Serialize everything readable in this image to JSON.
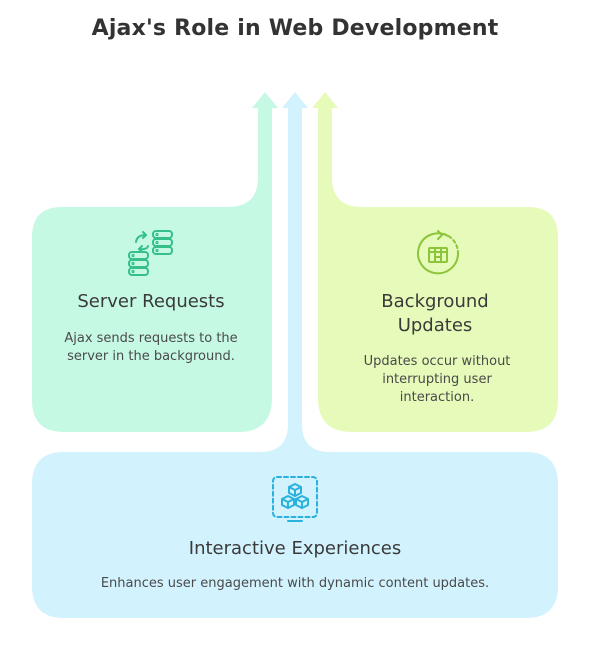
{
  "title": "Ajax's Role in Web Development",
  "colors": {
    "green_fill": "#c6f9e4",
    "lime_fill": "#e6fbb9",
    "blue_fill": "#d2f2fd",
    "green_icon": "#35c08a",
    "lime_icon": "#8cc43a",
    "blue_icon": "#2bb1de"
  },
  "cards": {
    "server_requests": {
      "icon": "server-sync-icon",
      "title": "Server Requests",
      "description": "Ajax sends requests to the server in the background."
    },
    "background_updates": {
      "icon": "refresh-box-icon",
      "title": "Background Updates",
      "description": "Updates occur without interrupting user interaction."
    },
    "interactive_experiences": {
      "icon": "cubes-icon",
      "title": "Interactive Experiences",
      "description": "Enhances user engagement with dynamic content updates."
    }
  }
}
